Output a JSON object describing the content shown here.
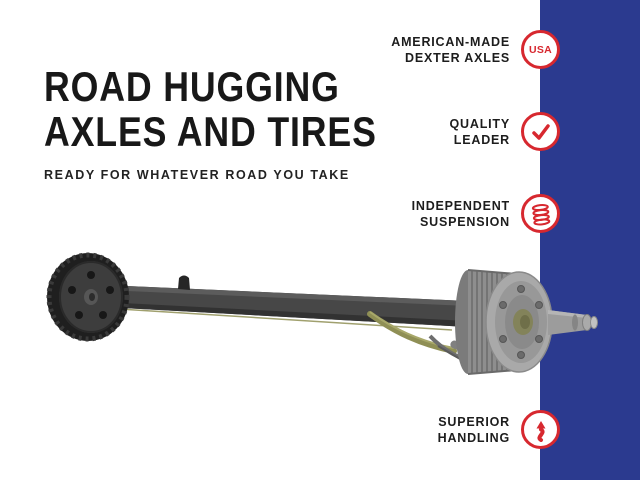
{
  "colors": {
    "bar_blue": "#2b3a8f",
    "icon_red": "#d7282f",
    "title_black": "#181818",
    "axle_gray": "#474747",
    "olive_accent": "#8f8f55"
  },
  "title": {
    "line1": "ROAD HUGGING",
    "line2": "AXLES AND TIRES",
    "subtitle": "READY FOR WHATEVER ROAD YOU TAKE"
  },
  "features": [
    {
      "line1": "AMERICAN-MADE",
      "line2": "DEXTER AXLES",
      "icon": "usa-badge-icon",
      "badge_text": "USA"
    },
    {
      "line1": "QUALITY",
      "line2": "LEADER",
      "icon": "checkmark-icon"
    },
    {
      "line1": "INDEPENDENT",
      "line2": "SUSPENSION",
      "icon": "coil-spring-icon"
    },
    {
      "line1": "SUPERIOR",
      "line2": "HANDLING",
      "icon": "winding-road-arrow-icon"
    }
  ],
  "illustration": {
    "icon": "trailer-axle-illustration"
  }
}
